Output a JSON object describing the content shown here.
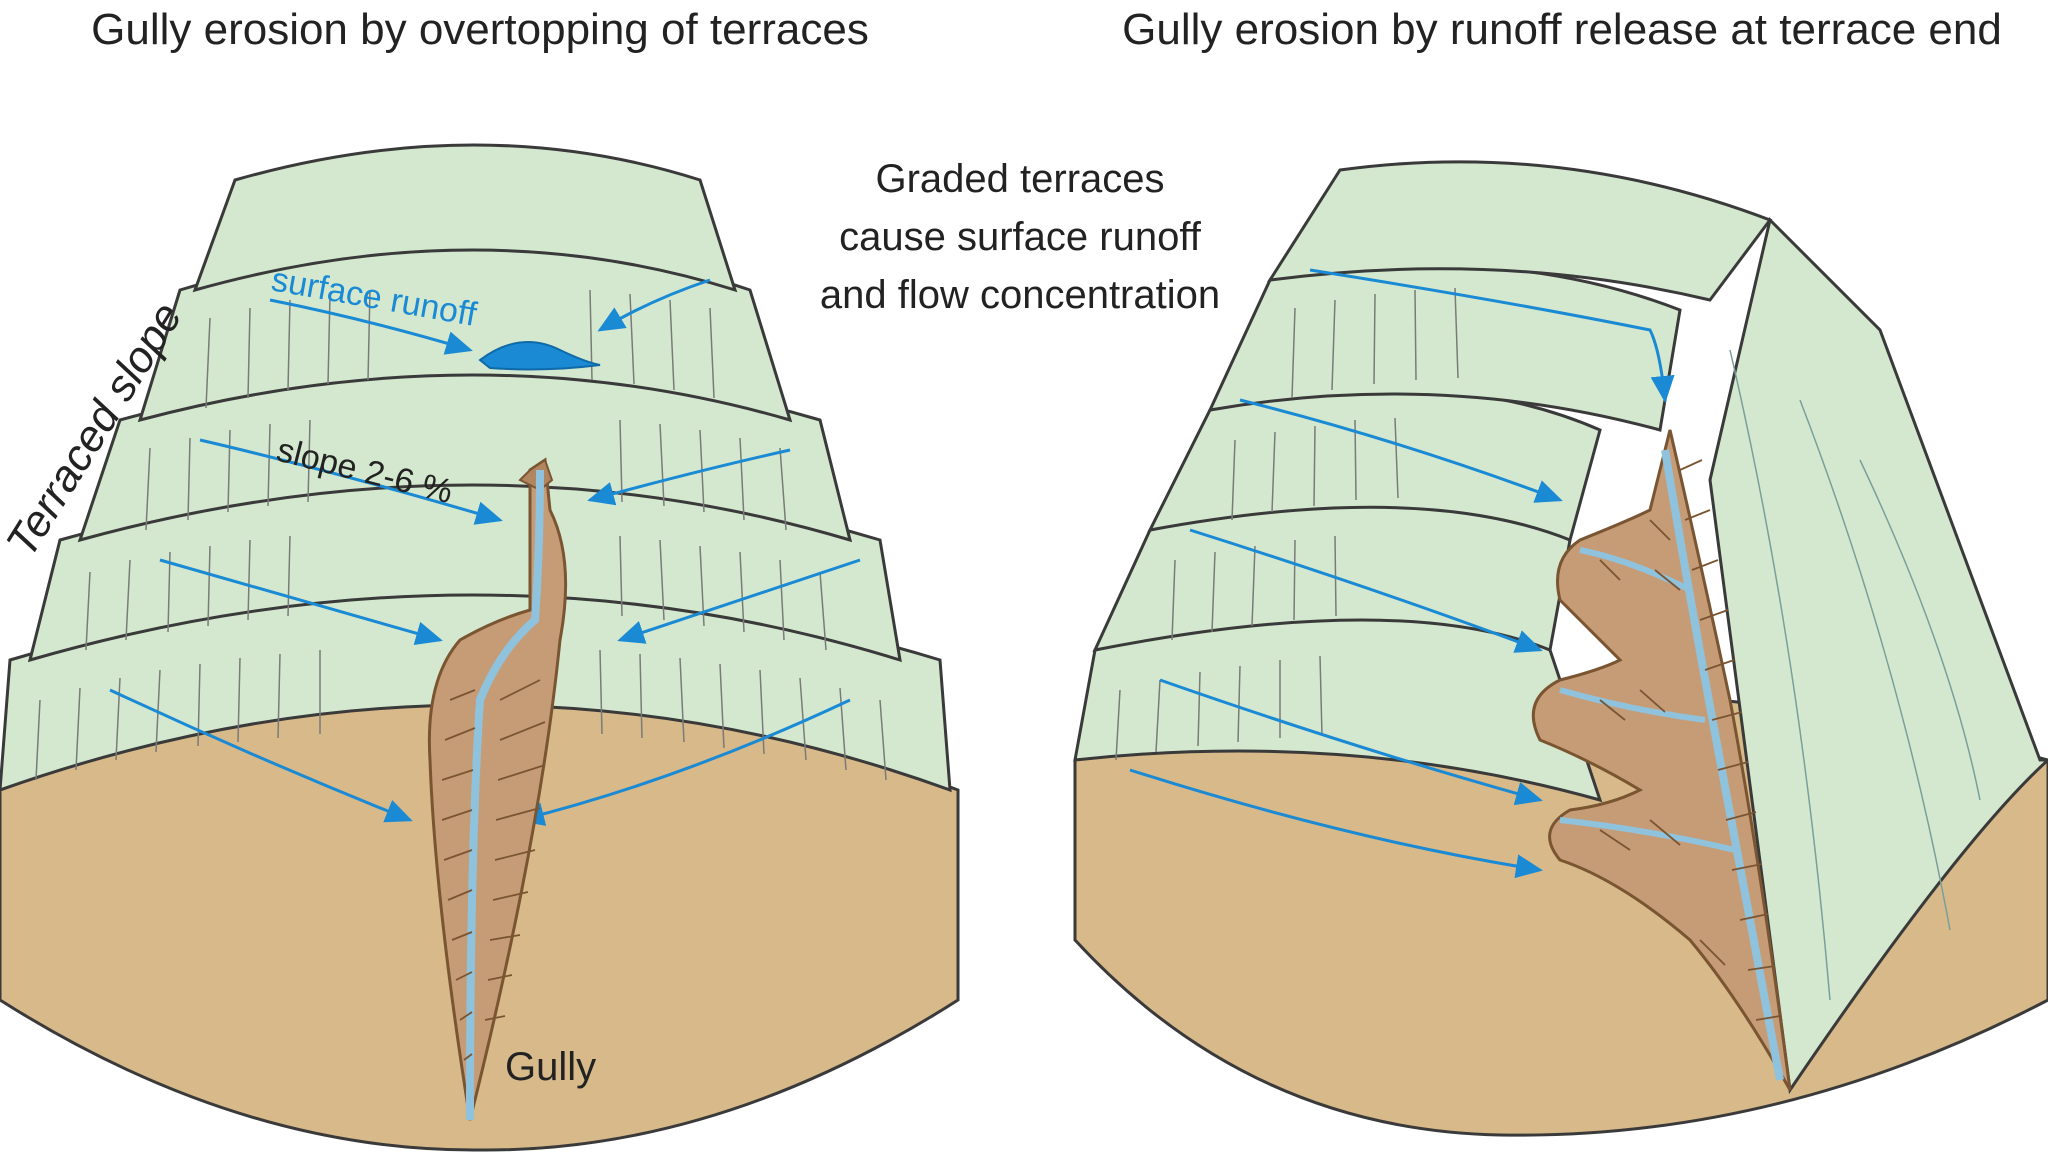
{
  "labels": {
    "left_title": "Gully erosion by overtopping of terraces",
    "right_title": "Gully erosion by runoff release at terrace end",
    "center_note_1": "Graded terraces",
    "center_note_2": "cause surface runoff",
    "center_note_3": "and flow concentration",
    "surface_runoff": "surface runoff",
    "slope": "slope 2-6 %",
    "gully": "Gully",
    "terraced_slope": "Terraced slope"
  },
  "colors": {
    "terrace_green": "#d4e8cf",
    "terrace_riser": "#c7dfc0",
    "soil": "#d7b98a",
    "soil_dark": "#c4a06e",
    "gully_fill": "#c69c76",
    "gully_line": "#7a5532",
    "water": "#1a8ad4",
    "water_light": "#8fc3dd",
    "outline": "#3a3a3a"
  }
}
